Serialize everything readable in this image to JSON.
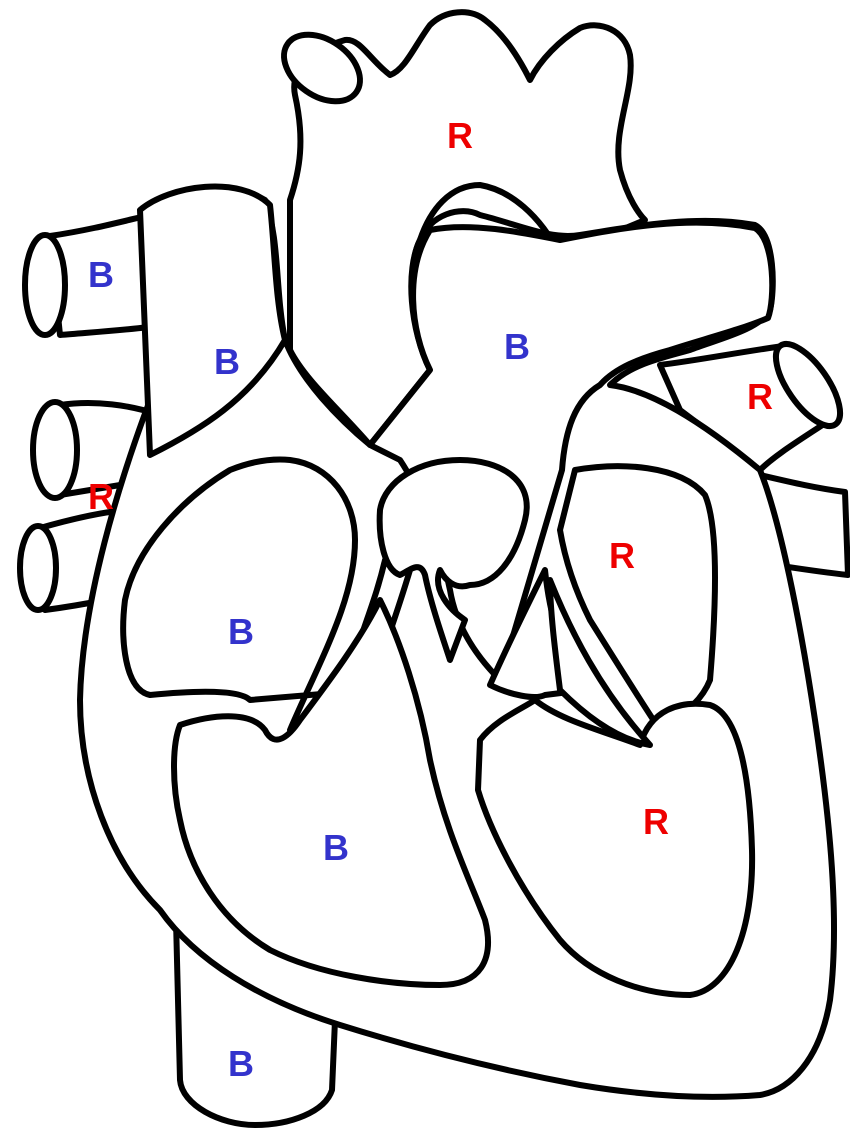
{
  "colors": {
    "deoxygenated": "#3333cc",
    "oxygenated": "#ee0000",
    "outline": "#000000"
  },
  "labels": {
    "aorta": "R",
    "pulmonary_artery": "B",
    "superior_vena_cava": "B",
    "right_pulmonary_artery_branch": "B",
    "right_pulmonary_veins": "R",
    "left_pulmonary_vein": "R",
    "right_atrium": "B",
    "left_atrium": "R",
    "right_ventricle": "B",
    "left_ventricle": "R",
    "inferior_vena_cava": "B"
  }
}
